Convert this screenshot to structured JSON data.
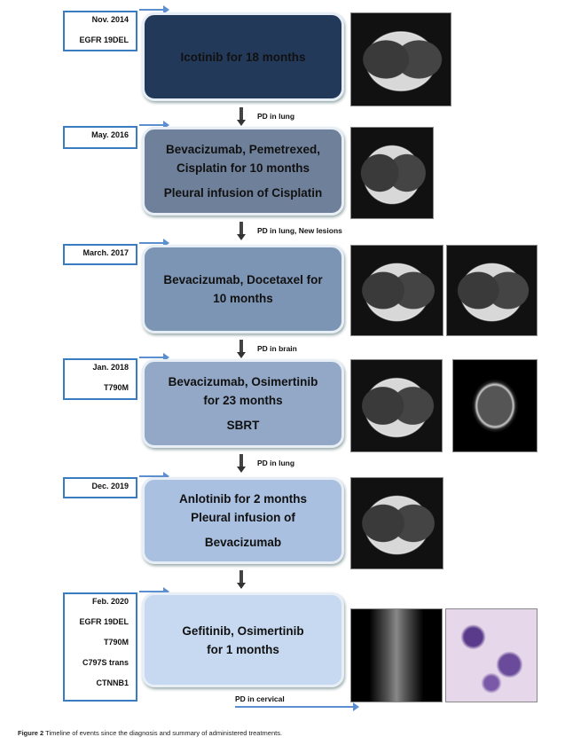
{
  "stages": [
    {
      "labels": [
        "Nov. 2014",
        "EGFR 19DEL"
      ],
      "lines": [
        "Icotinib for 18 months"
      ],
      "color": "#22395a",
      "next": "PD in lung"
    },
    {
      "labels": [
        "May. 2016"
      ],
      "lines": [
        "Bevacizumab, Pemetrexed,",
        "Cisplatin for 10 months",
        "Pleural infusion of Cisplatin"
      ],
      "color": "#6f809a",
      "next": "PD in lung, New lesions"
    },
    {
      "labels": [
        "March. 2017"
      ],
      "lines": [
        "Bevacizumab, Docetaxel for",
        "10 months"
      ],
      "color": "#7d95b4",
      "next": "PD in brain"
    },
    {
      "labels": [
        "Jan. 2018",
        "T790M"
      ],
      "lines": [
        "Bevacizumab, Osimertinib",
        "for 23 months",
        "SBRT"
      ],
      "color": "#92a8c6",
      "next": "PD in lung"
    },
    {
      "labels": [
        "Dec. 2019"
      ],
      "lines": [
        "Anlotinib for 2 months",
        "Pleural infusion of",
        "Bevacizumab"
      ],
      "color": "#a9c0e0",
      "next": ""
    },
    {
      "labels": [
        "Feb. 2020",
        "EGFR 19DEL",
        "T790M",
        "C797S trans",
        "CTNNB1"
      ],
      "lines": [
        "Gefitinib, Osimertinib",
        "for 1 months"
      ],
      "color": "#c7d9f0",
      "next": "PD in cervical"
    }
  ],
  "caption": {
    "label": "Figure 2",
    "text": " Timeline of events since the diagnosis and summary of administered treatments."
  }
}
